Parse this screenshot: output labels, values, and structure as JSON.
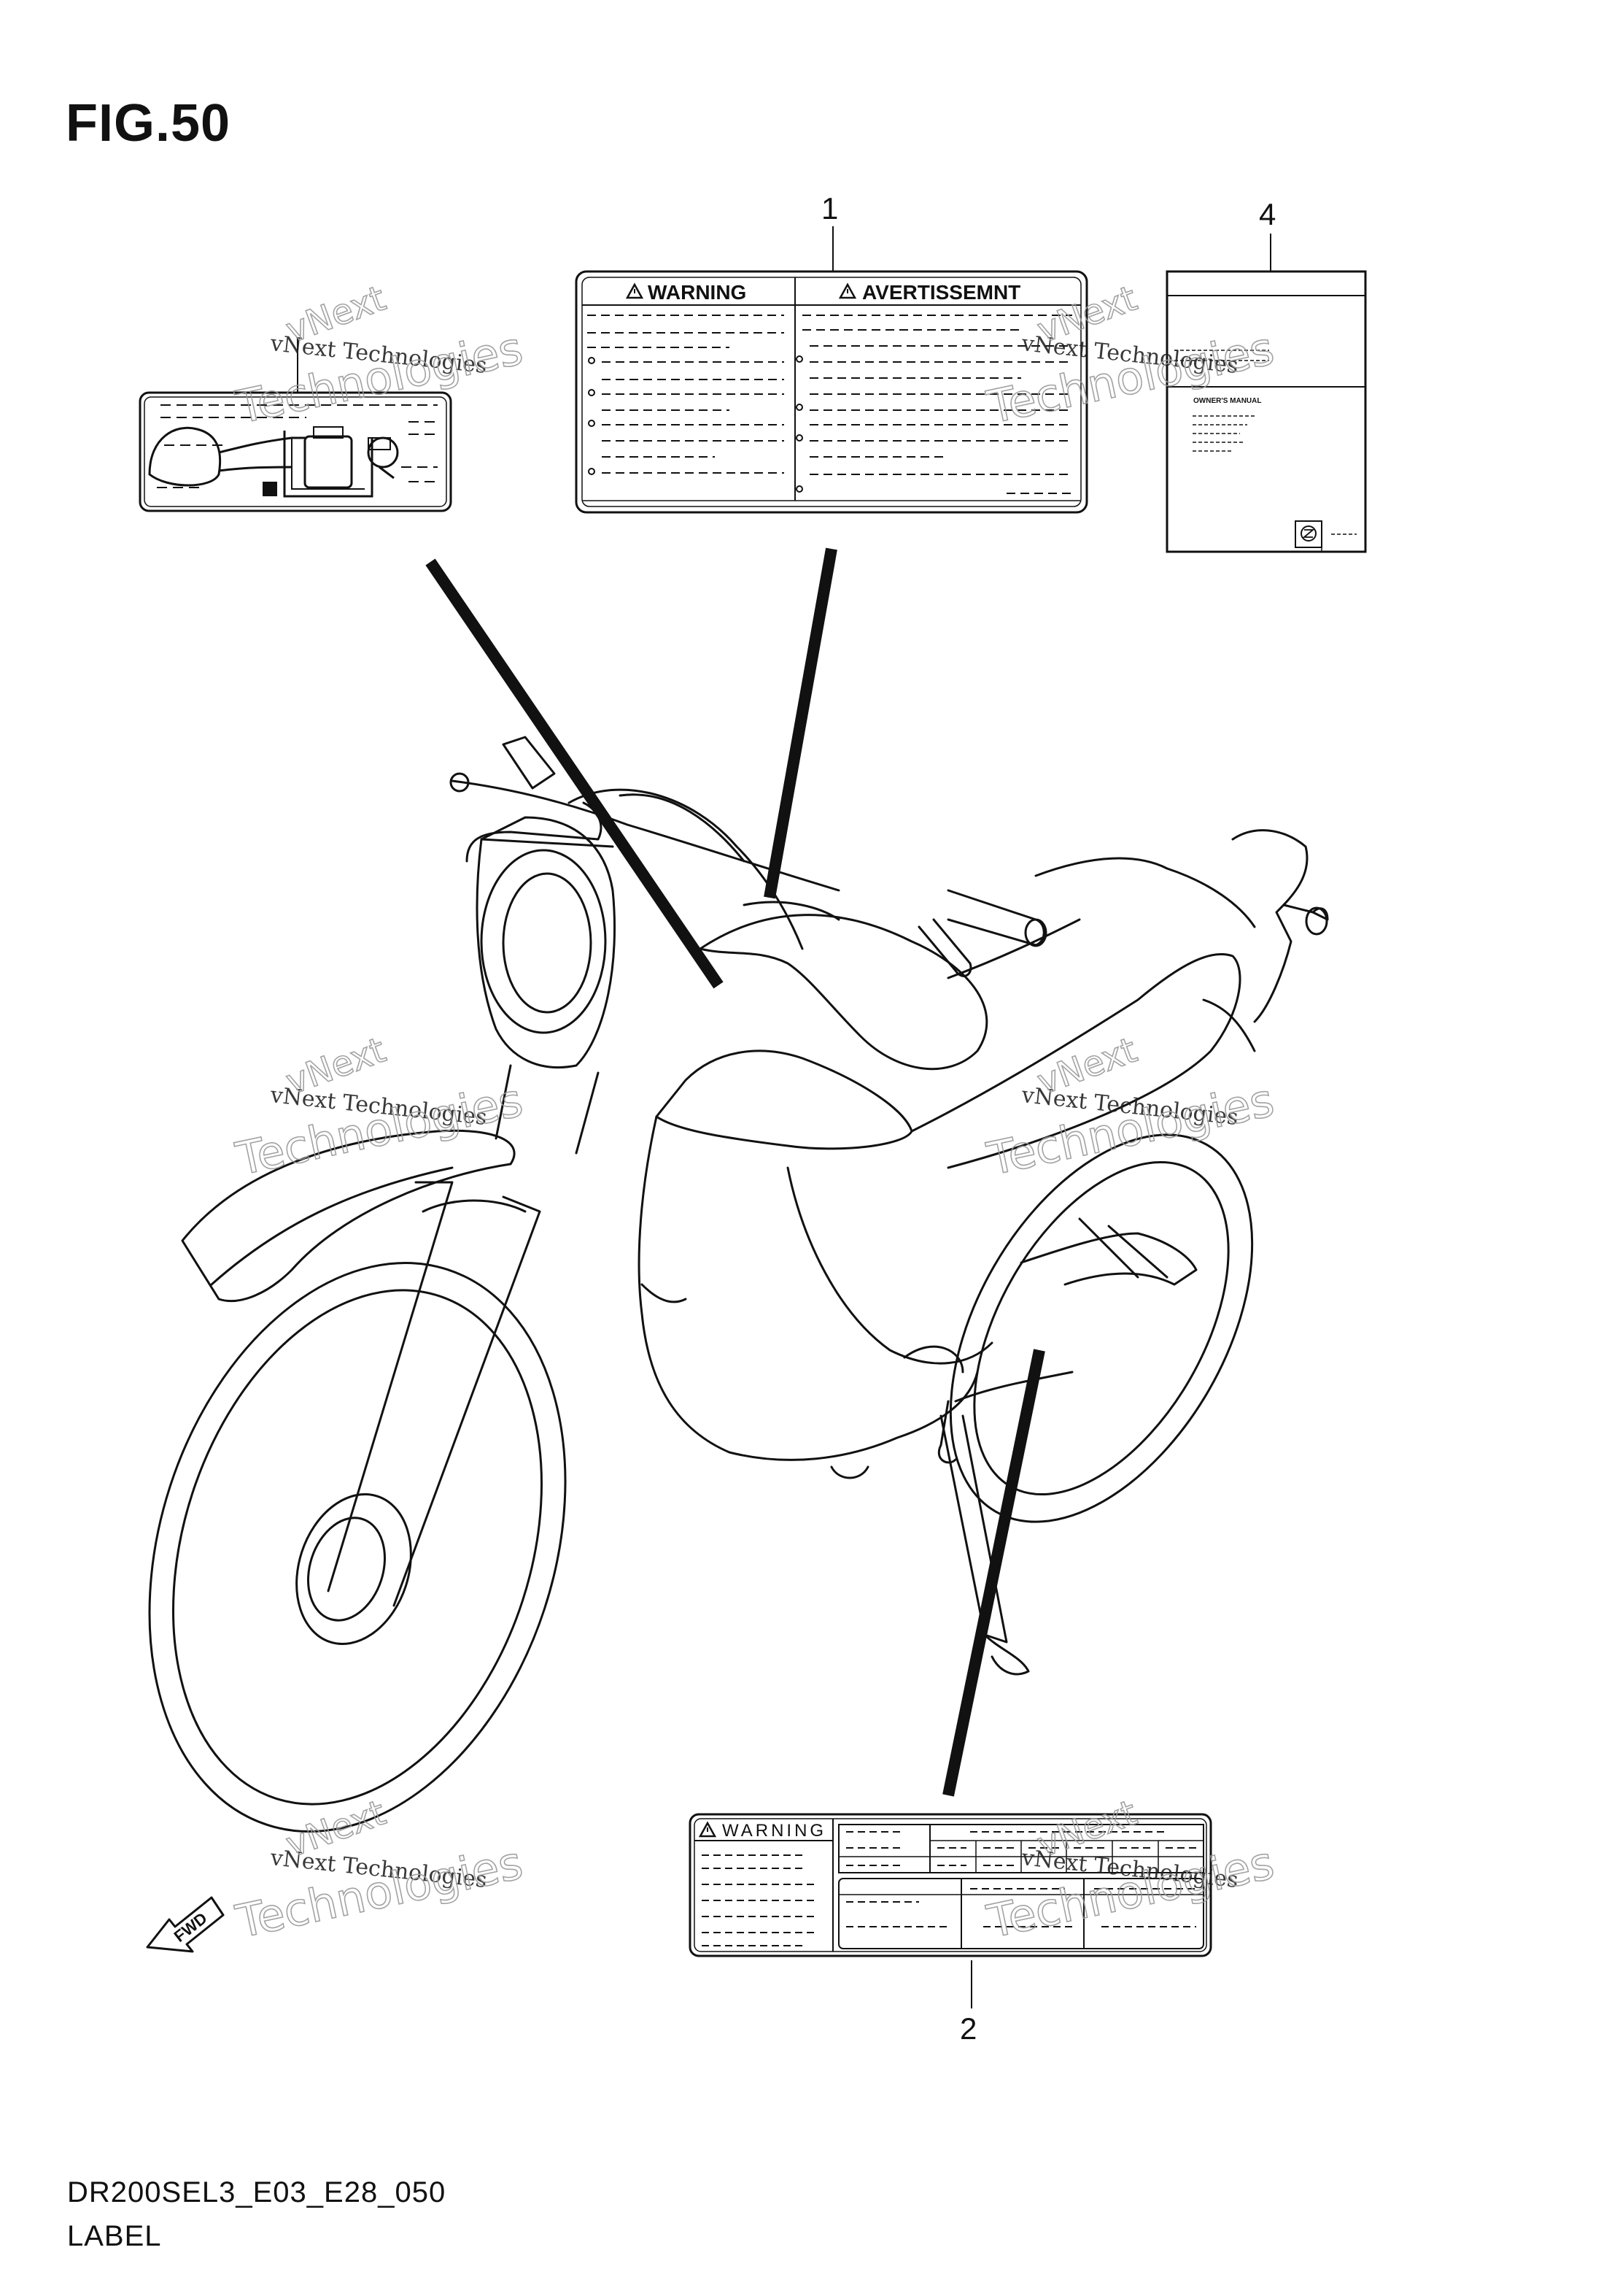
{
  "figure": {
    "title": "FIG.50",
    "code": "DR200SEL3_E03_E28_050",
    "name": "LABEL"
  },
  "callouts": {
    "label_1": "1",
    "label_2": "2",
    "label_4": "4"
  },
  "label_1": {
    "left_heading": "WARNING",
    "right_heading": "AVERTISSEMNT"
  },
  "label_2": {
    "heading": "WARNING"
  },
  "label_4": {
    "header": "OWNER'S MANUAL"
  },
  "direction_marker": "FWD",
  "watermark": {
    "line1": "vNext Technologies",
    "line2": "vNext",
    "line3": "Technologies"
  },
  "colors": {
    "ink": "#111111",
    "watermark": "#999999"
  },
  "icons": {
    "warning": "warning-triangle-icon",
    "brand": "suzuki-logo-icon",
    "forward": "fwd-arrow-icon"
  }
}
